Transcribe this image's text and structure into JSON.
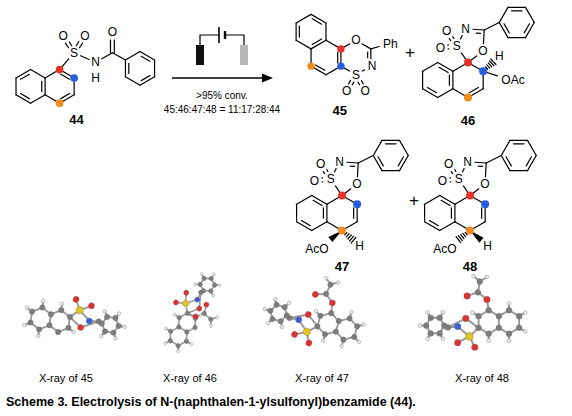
{
  "diagram": {
    "caption": "Scheme 3. Electrolysis of N-(naphthalen-1-ylsulfonyl)benzamide (44).",
    "labels": [
      "O",
      "O",
      "S",
      "N",
      "H",
      "O",
      "44",
      ">95% conv.",
      "45:46:47:48 = 11:17:28:44",
      "O",
      "Ph",
      "N",
      "S",
      "O",
      "O",
      "45",
      "+",
      "O",
      "O",
      "S",
      "N",
      "O",
      "H",
      "OAc",
      "46",
      "O",
      "O",
      "S",
      "N",
      "O",
      "H",
      "AcO",
      "47",
      "+",
      "O",
      "O",
      "S",
      "N",
      "O",
      "H",
      "AcO",
      "48",
      "X-ray of 45",
      "X-ray of 46",
      "X-ray of 47",
      "X-ray of 48"
    ]
  }
}
